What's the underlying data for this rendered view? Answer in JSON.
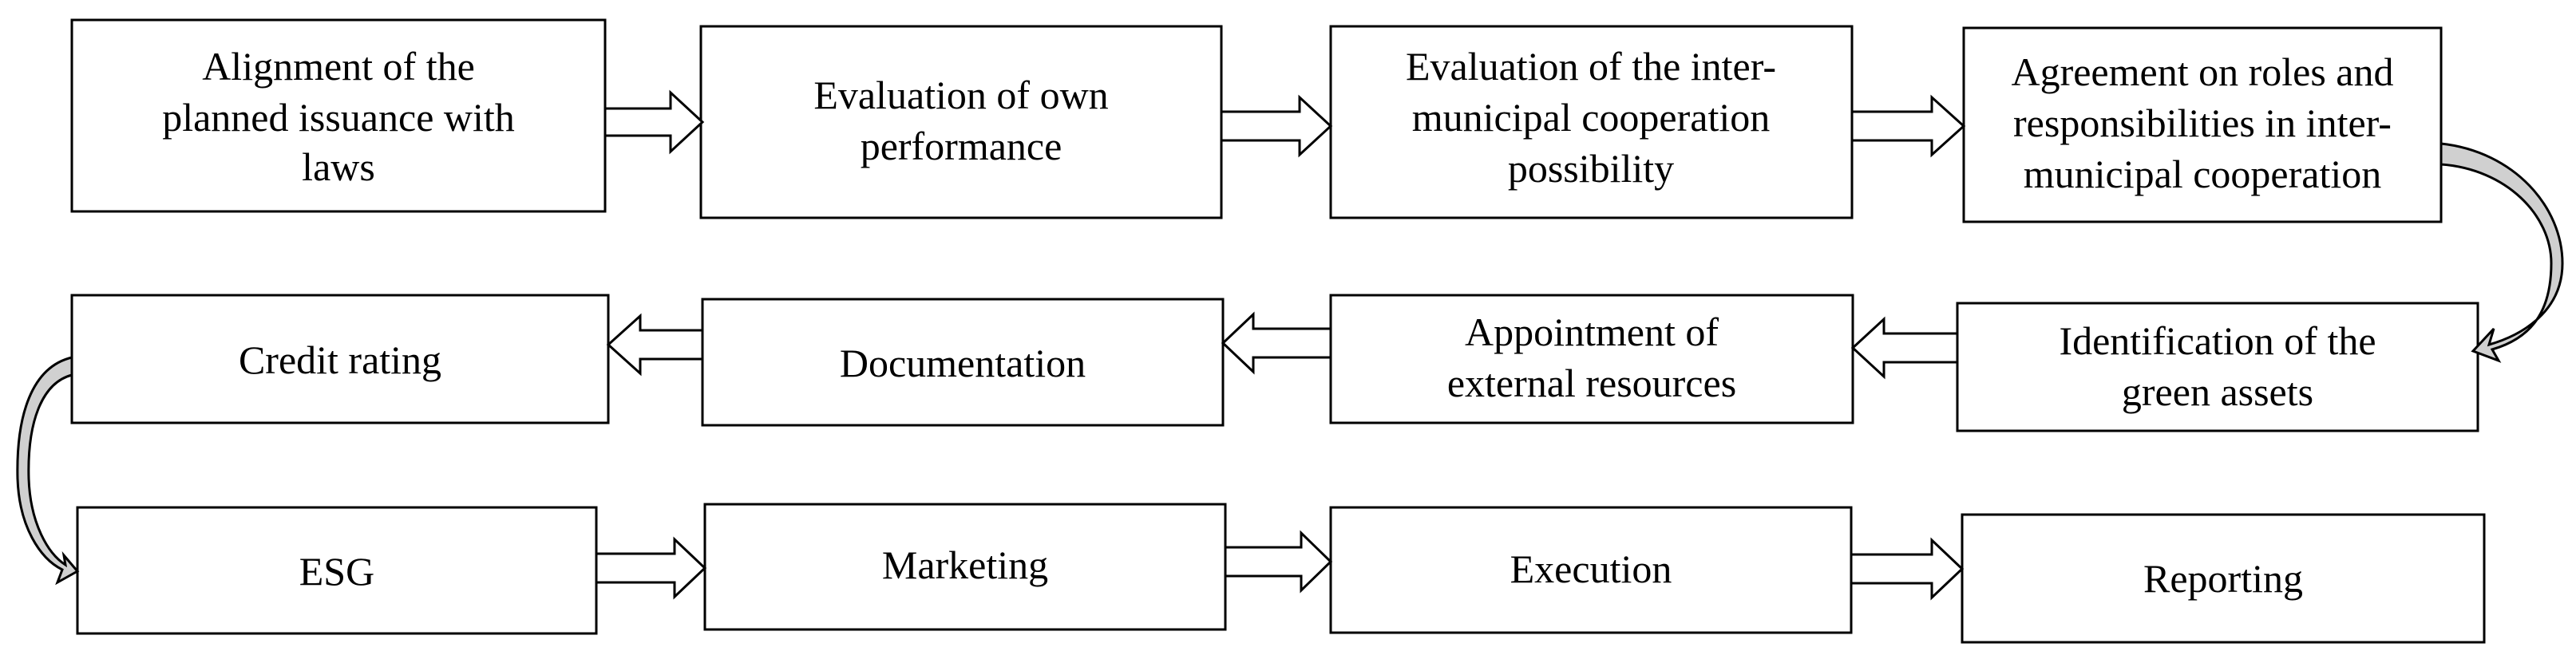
{
  "steps": [
    {
      "id": "s1",
      "lines": [
        "Alignment of the",
        "planned issuance with",
        "laws"
      ]
    },
    {
      "id": "s2",
      "lines": [
        "Evaluation of own",
        "performance"
      ]
    },
    {
      "id": "s3",
      "lines": [
        "Evaluation of the inter-",
        "municipal cooperation",
        "possibility"
      ]
    },
    {
      "id": "s4",
      "lines": [
        "Agreement on roles and",
        "responsibilities in inter-",
        "municipal cooperation"
      ]
    },
    {
      "id": "s5",
      "lines": [
        "Identification of the",
        "green assets"
      ]
    },
    {
      "id": "s6",
      "lines": [
        "Appointment of",
        "external resources"
      ]
    },
    {
      "id": "s7",
      "lines": [
        "Documentation"
      ]
    },
    {
      "id": "s8",
      "lines": [
        "Credit rating"
      ]
    },
    {
      "id": "s9",
      "lines": [
        "ESG"
      ]
    },
    {
      "id": "s10",
      "lines": [
        "Marketing"
      ]
    },
    {
      "id": "s11",
      "lines": [
        "Execution"
      ]
    },
    {
      "id": "s12",
      "lines": [
        "Reporting"
      ]
    }
  ],
  "flow": [
    {
      "from": "s1",
      "to": "s2"
    },
    {
      "from": "s2",
      "to": "s3"
    },
    {
      "from": "s3",
      "to": "s4"
    },
    {
      "from": "s4",
      "to": "s5"
    },
    {
      "from": "s5",
      "to": "s6"
    },
    {
      "from": "s6",
      "to": "s7"
    },
    {
      "from": "s7",
      "to": "s8"
    },
    {
      "from": "s8",
      "to": "s9"
    },
    {
      "from": "s9",
      "to": "s10"
    },
    {
      "from": "s10",
      "to": "s11"
    },
    {
      "from": "s11",
      "to": "s12"
    }
  ],
  "colors": {
    "stroke": "#000000",
    "fill": "#ffffff",
    "connector_fill": "#d0d0d0"
  }
}
